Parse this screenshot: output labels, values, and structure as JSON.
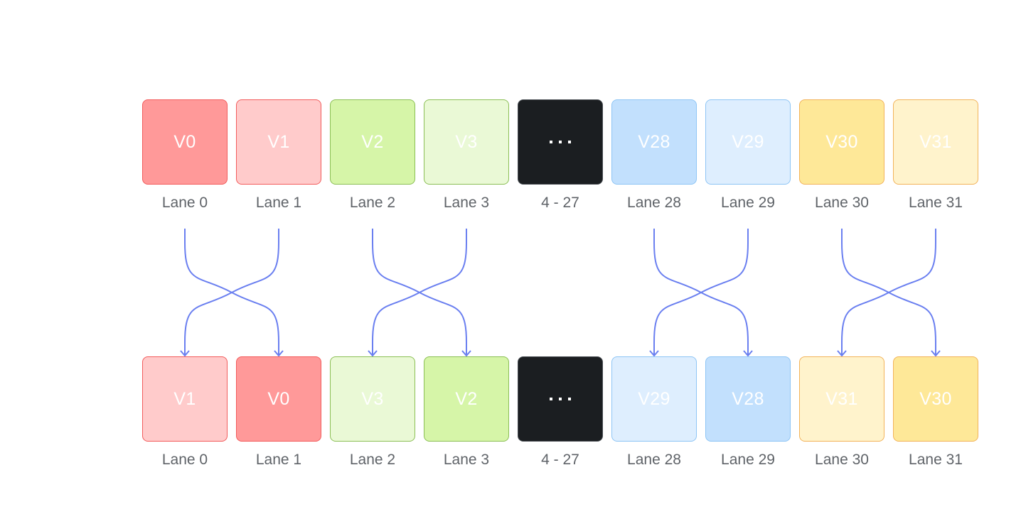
{
  "title": "Lane swap diagram",
  "arrow_color": "#6a7ff0",
  "label_color": "#5f6368",
  "value_text_color": "#ffffff",
  "ellipsis_icon": "ellipsis-icon",
  "palette": {
    "red_dark": {
      "fill": "#ff9999",
      "border": "#f25c5c"
    },
    "red_light": {
      "fill": "#ffcbcb",
      "border": "#f25c5c"
    },
    "green_dark": {
      "fill": "#d6f5a8",
      "border": "#8bbf55"
    },
    "green_light": {
      "fill": "#eaf9d6",
      "border": "#8bbf55"
    },
    "black": {
      "fill": "#1b1e21",
      "border": "#4a4f54"
    },
    "blue_dark": {
      "fill": "#c2e0fd",
      "border": "#8ec5f5"
    },
    "blue_light": {
      "fill": "#deeefe",
      "border": "#8ec5f5"
    },
    "yellow_dark": {
      "fill": "#fee898",
      "border": "#f2b35a"
    },
    "yellow_light": {
      "fill": "#fff3cc",
      "border": "#f2b35a"
    }
  },
  "top_row": [
    {
      "value": "V0",
      "lane": "Lane 0",
      "color": "red_dark"
    },
    {
      "value": "V1",
      "lane": "Lane 1",
      "color": "red_light"
    },
    {
      "value": "V2",
      "lane": "Lane 2",
      "color": "green_dark"
    },
    {
      "value": "V3",
      "lane": "Lane 3",
      "color": "green_light"
    },
    {
      "value": "...",
      "lane": "4 - 27",
      "color": "black",
      "ellipsis": true
    },
    {
      "value": "V28",
      "lane": "Lane 28",
      "color": "blue_dark"
    },
    {
      "value": "V29",
      "lane": "Lane 29",
      "color": "blue_light"
    },
    {
      "value": "V30",
      "lane": "Lane 30",
      "color": "yellow_dark"
    },
    {
      "value": "V31",
      "lane": "Lane 31",
      "color": "yellow_light"
    }
  ],
  "bottom_row": [
    {
      "value": "V1",
      "lane": "Lane 0",
      "color": "red_light"
    },
    {
      "value": "V0",
      "lane": "Lane 1",
      "color": "red_dark"
    },
    {
      "value": "V3",
      "lane": "Lane 2",
      "color": "green_light"
    },
    {
      "value": "V2",
      "lane": "Lane 3",
      "color": "green_dark"
    },
    {
      "value": "...",
      "lane": "4 - 27",
      "color": "black",
      "ellipsis": true
    },
    {
      "value": "V29",
      "lane": "Lane 28",
      "color": "blue_light"
    },
    {
      "value": "V28",
      "lane": "Lane 29",
      "color": "blue_dark"
    },
    {
      "value": "V31",
      "lane": "Lane 30",
      "color": "yellow_light"
    },
    {
      "value": "V30",
      "lane": "Lane 31",
      "color": "yellow_dark"
    }
  ],
  "swaps": [
    [
      0,
      1
    ],
    [
      2,
      3
    ],
    [
      5,
      6
    ],
    [
      7,
      8
    ]
  ]
}
